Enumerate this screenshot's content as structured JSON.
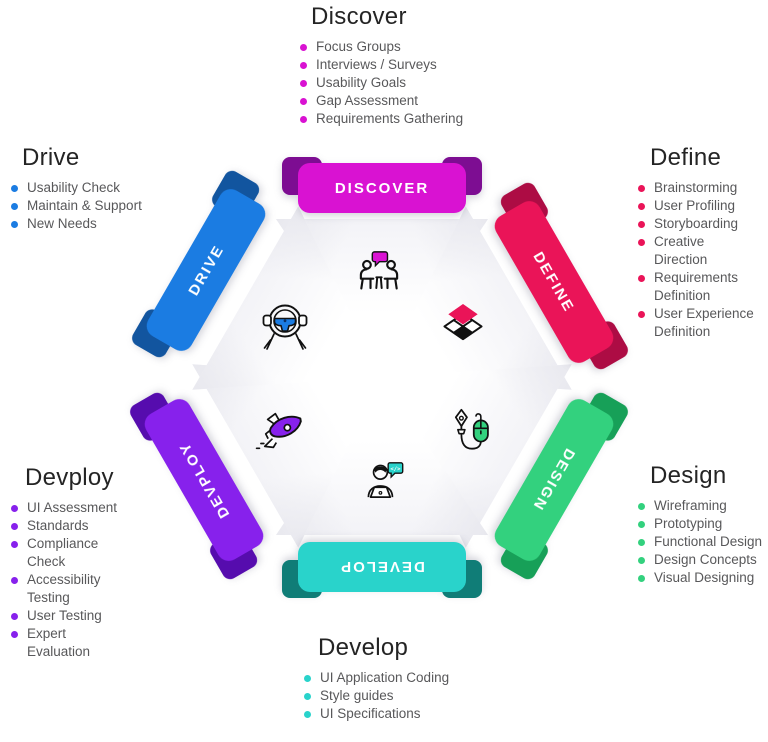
{
  "colors": {
    "magenta": "#d912d2",
    "magenta-dark": "#7d0d92",
    "pink": "#ea1458",
    "pink-dark": "#ad0c44",
    "green": "#33d17e",
    "green-dark": "#17a058",
    "cyan": "#29d3cb",
    "cyan-dark": "#107d77",
    "purple": "#8721ec",
    "purple-dark": "#560cae",
    "blue": "#1b7ce2",
    "blue-dark": "#12559f"
  },
  "sections": {
    "discover": {
      "title": "Discover",
      "ribbon": "DISCOVER",
      "accent": "#d912d2",
      "items": [
        "Focus Groups",
        "Interviews / Surveys",
        "Usability Goals",
        "Gap Assessment",
        "Requirements Gathering"
      ]
    },
    "define": {
      "title": "Define",
      "ribbon": "DEFINE",
      "accent": "#ea1458",
      "items": [
        "Brainstorming",
        "User Profiling",
        "Storyboarding",
        "Creative Direction",
        "Requirements Definition",
        "User Experience Definition"
      ]
    },
    "design": {
      "title": "Design",
      "ribbon": "DESIGN",
      "accent": "#33d17e",
      "items": [
        "Wireframing",
        "Prototyping",
        "Functional Design",
        "Design Concepts",
        "Visual Designing"
      ]
    },
    "develop": {
      "title": "Develop",
      "ribbon": "DEVELOP",
      "accent": "#29d3cb",
      "items": [
        "UI Application Coding",
        "Style guides",
        "UI Specifications"
      ]
    },
    "devploy": {
      "title": "Devploy",
      "ribbon": "DEVPLOY",
      "accent": "#8721ec",
      "items": [
        "UI Assessment",
        "Standards",
        "Compliance Check",
        "Accessibility Testing",
        "User Testing",
        "Expert Evaluation"
      ]
    },
    "drive": {
      "title": "Drive",
      "ribbon": "DRIVE",
      "accent": "#1b7ce2",
      "items": [
        "Usability Check",
        "Maintain & Support",
        "New Needs"
      ]
    }
  },
  "icons": {
    "discover": "interview-people-icon",
    "define": "layered-diamonds-icon",
    "design": "pen-and-mouse-icon",
    "develop": "developer-laptop-icon",
    "devploy": "rocket-icon",
    "drive": "steering-wheel-icon",
    "code_glyph": "</>"
  }
}
